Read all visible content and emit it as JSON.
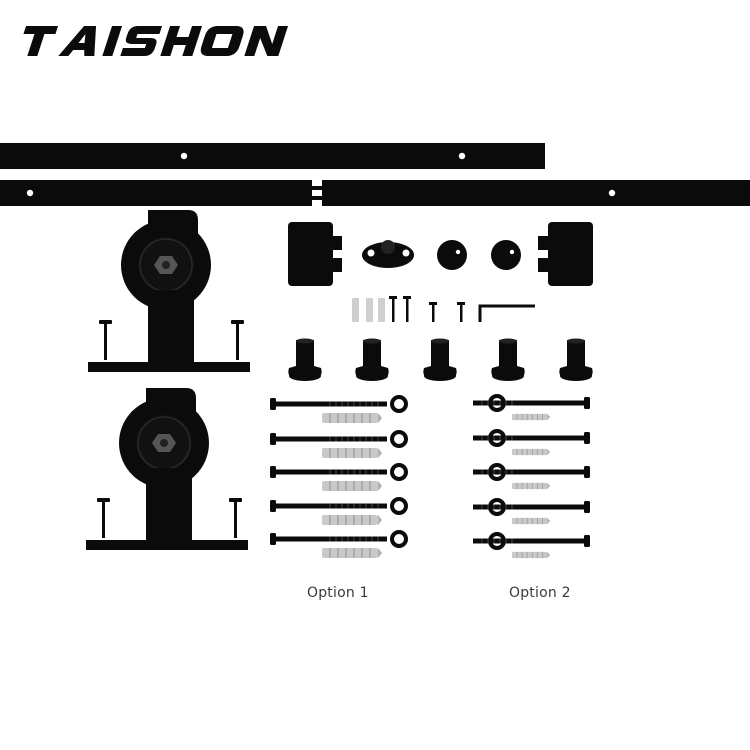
{
  "brand": {
    "logo_text": "TAISHON"
  },
  "colors": {
    "metal": "#0b0b0b",
    "hole": "#ffffff",
    "zinc": "#c9c9c9",
    "zinc_dark": "#9a9a9a",
    "label": "#3a3a3a"
  },
  "options": [
    {
      "label": "Option 1"
    },
    {
      "label": "Option 2"
    }
  ]
}
